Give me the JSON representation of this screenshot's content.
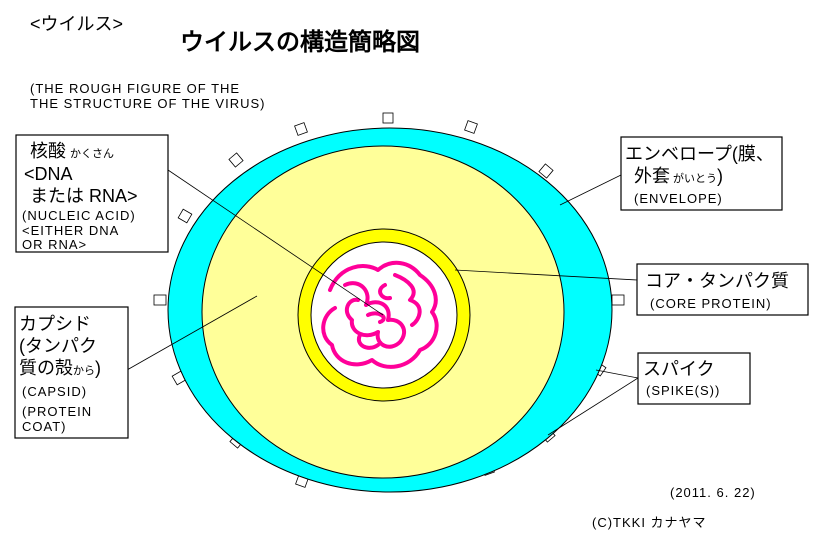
{
  "header": {
    "tag": "<ウイルス>",
    "title": "ウイルスの構造簡略図",
    "subtitle_line1": "(THE ROUGH FIGURE OF THE",
    "subtitle_line2": " THE STRUCTURE OF THE VIRUS)"
  },
  "labels": {
    "nucleic": {
      "jp1": "核酸",
      "reading": "かくさん",
      "jp2": "<DNA",
      "jp3": "または RNA>",
      "en1": "(NUCLEIC ACID)",
      "en2": "<EITHER DNA",
      "en3": "OR RNA>"
    },
    "capsid": {
      "jp1": "カプシド",
      "jp2": "(タンパク",
      "jp3": "質の殻",
      "reading": "から",
      "jp3_end": ")",
      "en1": "(CAPSID)",
      "en2": "(PROTEIN",
      "en3": " COAT)"
    },
    "envelope": {
      "jp1": "エンベロープ(膜、",
      "jp2": "外套",
      "reading": "がいとう",
      "jp2_end": ")",
      "en": "(ENVELOPE)"
    },
    "core": {
      "jp": "コア・タンパク質",
      "en": "(CORE PROTEIN)"
    },
    "spike": {
      "jp": "スパイク",
      "en": "(SPIKE(S))"
    }
  },
  "footer": {
    "date": "(2011. 6. 22)",
    "credit": "(C)TKKI カナヤマ"
  },
  "colors": {
    "envelope": "#00ffff",
    "capsid": "#ffff99",
    "core_ring": "#ffff00",
    "nucleic": "#ff0099"
  }
}
